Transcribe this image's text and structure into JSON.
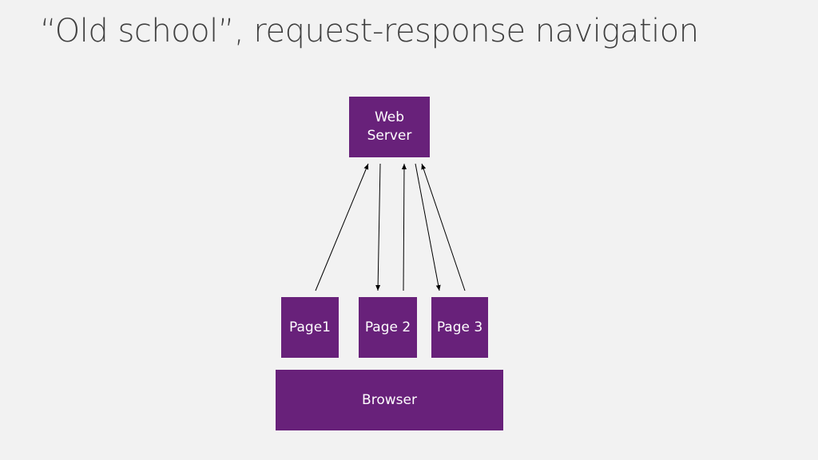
{
  "slide": {
    "title": "“Old school”, request-response navigation"
  },
  "diagram": {
    "server": {
      "label": "Web\nServer"
    },
    "pages": [
      {
        "label": "Page1"
      },
      {
        "label": "Page 2"
      },
      {
        "label": "Page 3"
      }
    ],
    "browser": {
      "label": "Browser"
    }
  },
  "colors": {
    "box_fill": "#68217a",
    "box_text": "#ffffff",
    "title_text": "#404040",
    "background": "#f2f2f2",
    "arrow": "#000000"
  }
}
